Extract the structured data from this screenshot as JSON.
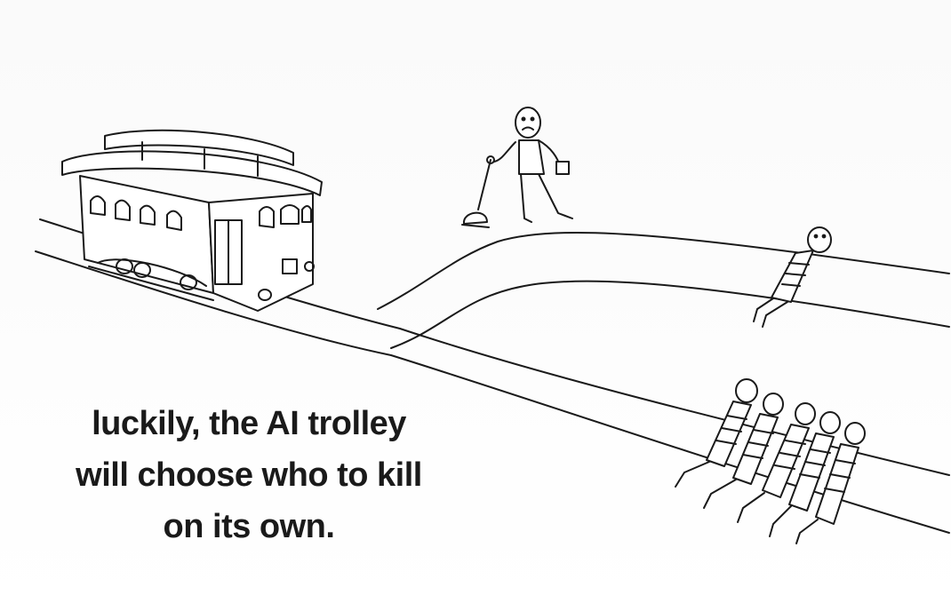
{
  "caption": {
    "line1": "luckily, the AI trolley",
    "line2": "will choose who to kill",
    "line3": "on its own."
  },
  "colors": {
    "background": "#ffffff",
    "ink": "#1a1a1a"
  }
}
